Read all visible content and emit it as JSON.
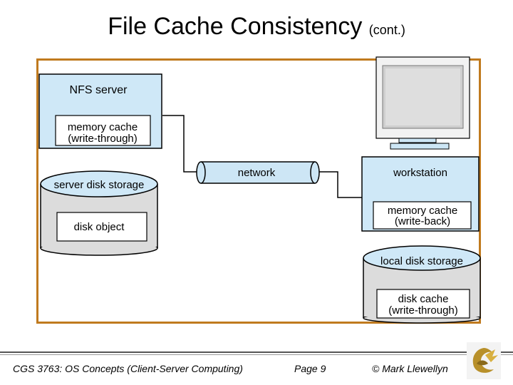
{
  "title": {
    "main": "File Cache Consistency",
    "suffix": "(cont.)"
  },
  "diagram": {
    "nfs_server": "NFS server",
    "server_cache_line1": "memory cache",
    "server_cache_line2": "(write-through)",
    "server_disk": "server disk storage",
    "disk_object": "disk object",
    "network": "network",
    "workstation": "workstation",
    "ws_cache_line1": "memory cache",
    "ws_cache_line2": "(write-back)",
    "local_disk": "local disk storage",
    "disk_cache_line1": "disk cache",
    "disk_cache_line2": "(write-through)"
  },
  "colors": {
    "frame": "#c07a1e",
    "box_fill": "#cfe8f7",
    "pipe_fill": "#cde6f5"
  },
  "footer": {
    "course": "CGS 3763: OS Concepts  (Client-Server Computing)",
    "page": "Page 9",
    "author": "© Mark Llewellyn"
  }
}
